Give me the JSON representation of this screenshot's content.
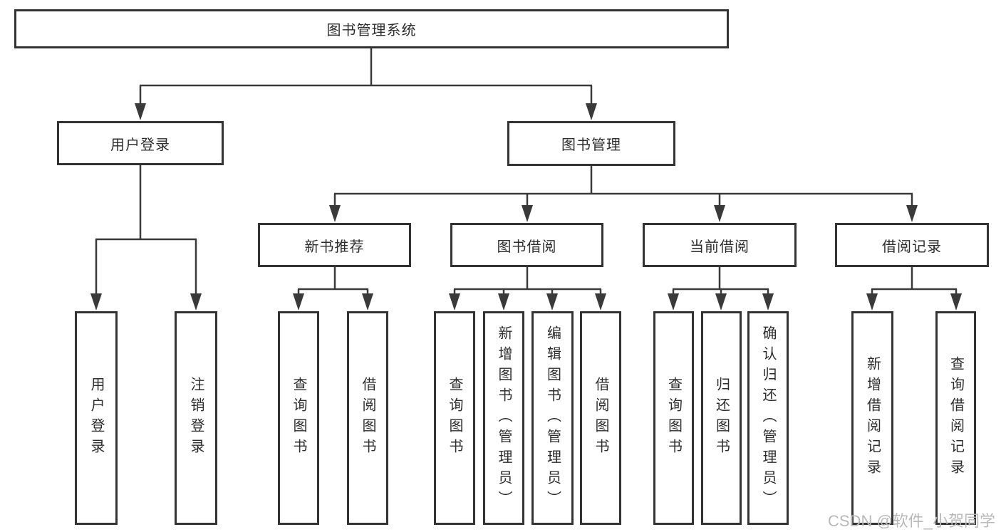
{
  "tree": {
    "root": {
      "label": "图书管理系统"
    },
    "branches": [
      {
        "label": "用户登录",
        "children": [
          {
            "label": "用户登录"
          },
          {
            "label": "注销登录"
          }
        ]
      },
      {
        "label": "图书管理",
        "children": [
          {
            "label": "新书推荐",
            "children": [
              {
                "label": "查询图书"
              },
              {
                "label": "借阅图书"
              }
            ]
          },
          {
            "label": "图书借阅",
            "children": [
              {
                "label": "查询图书"
              },
              {
                "label": "新增图书（管理员）"
              },
              {
                "label": "编辑图书（管理员）"
              },
              {
                "label": "借阅图书"
              }
            ]
          },
          {
            "label": "当前借阅",
            "children": [
              {
                "label": "查询图书"
              },
              {
                "label": "归还图书"
              },
              {
                "label": "确认归还（管理员）"
              }
            ]
          },
          {
            "label": "借阅记录",
            "children": [
              {
                "label": "新增借阅记录"
              },
              {
                "label": "查询借阅记录"
              }
            ]
          }
        ]
      }
    ]
  },
  "watermark": {
    "text": "CSDN @软件_小贺同学"
  },
  "colors": {
    "line": "#3a3a3a",
    "box_border": "#333333",
    "text": "#2d2d2d",
    "background": "#ffffff",
    "watermark": "#b9b9b9"
  }
}
